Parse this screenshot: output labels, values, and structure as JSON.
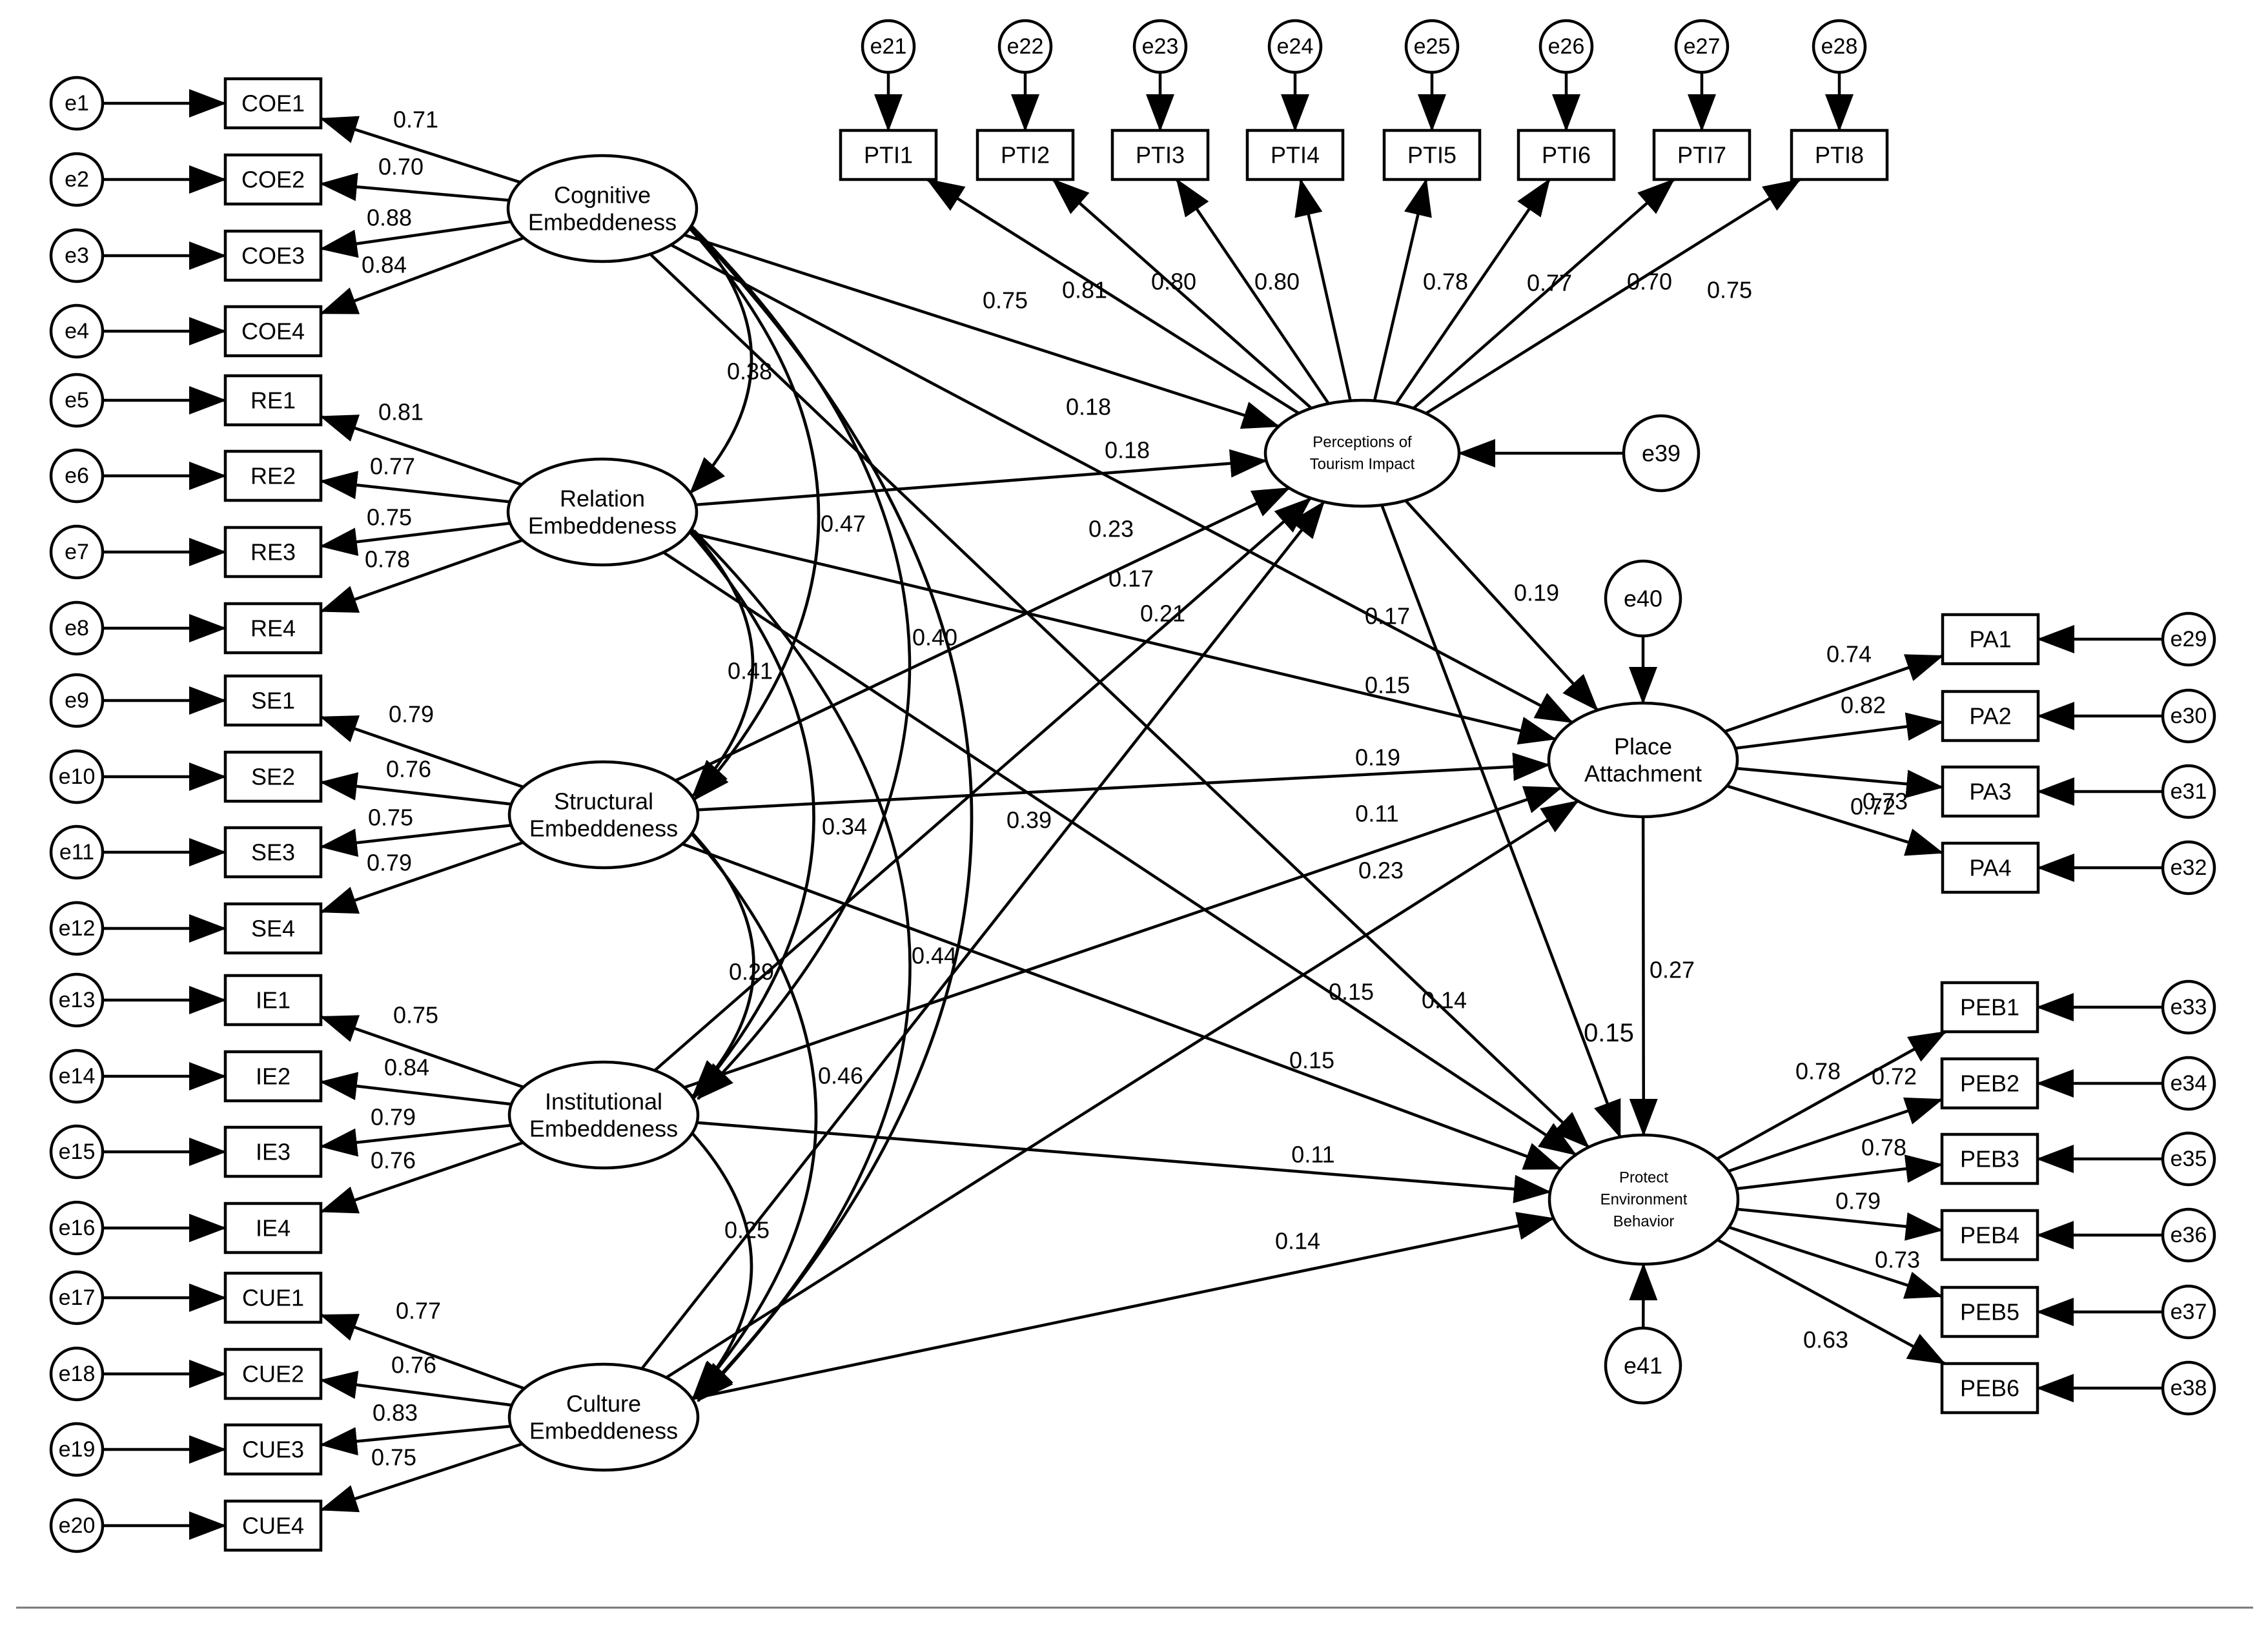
{
  "diagram": {
    "latent": [
      {
        "id": "COE",
        "lines": [
          "Cognitive",
          "Embeddeness"
        ]
      },
      {
        "id": "RE",
        "lines": [
          "Relation",
          "Embeddeness"
        ]
      },
      {
        "id": "SE",
        "lines": [
          "Structural",
          "Embeddeness"
        ]
      },
      {
        "id": "IE",
        "lines": [
          "Institutional",
          "Embeddeness"
        ]
      },
      {
        "id": "CUE",
        "lines": [
          "Culture",
          "Embeddeness"
        ]
      },
      {
        "id": "PTI",
        "lines": [
          "Perceptions of",
          "Tourism Impact"
        ]
      },
      {
        "id": "PA",
        "lines": [
          "Place",
          "Attachment"
        ]
      },
      {
        "id": "PEB",
        "lines": [
          "Protect",
          "Environment",
          "Behavior"
        ]
      }
    ],
    "indicators": [
      {
        "id": "COE1",
        "label": "COE1",
        "error": "e1",
        "factor": "COE",
        "loading": "0.71"
      },
      {
        "id": "COE2",
        "label": "COE2",
        "error": "e2",
        "factor": "COE",
        "loading": "0.70"
      },
      {
        "id": "COE3",
        "label": "COE3",
        "error": "e3",
        "factor": "COE",
        "loading": "0.88"
      },
      {
        "id": "COE4",
        "label": "COE4",
        "error": "e4",
        "factor": "COE",
        "loading": "0.84"
      },
      {
        "id": "RE1",
        "label": "RE1",
        "error": "e5",
        "factor": "RE",
        "loading": "0.81"
      },
      {
        "id": "RE2",
        "label": "RE2",
        "error": "e6",
        "factor": "RE",
        "loading": "0.77"
      },
      {
        "id": "RE3",
        "label": "RE3",
        "error": "e7",
        "factor": "RE",
        "loading": "0.75"
      },
      {
        "id": "RE4",
        "label": "RE4",
        "error": "e8",
        "factor": "RE",
        "loading": "0.78"
      },
      {
        "id": "SE1",
        "label": "SE1",
        "error": "e9",
        "factor": "SE",
        "loading": "0.79"
      },
      {
        "id": "SE2",
        "label": "SE2",
        "error": "e10",
        "factor": "SE",
        "loading": "0.76"
      },
      {
        "id": "SE3",
        "label": "SE3",
        "error": "e11",
        "factor": "SE",
        "loading": "0.75"
      },
      {
        "id": "SE4",
        "label": "SE4",
        "error": "e12",
        "factor": "SE",
        "loading": "0.79"
      },
      {
        "id": "IE1",
        "label": "IE1",
        "error": "e13",
        "factor": "IE",
        "loading": "0.75"
      },
      {
        "id": "IE2",
        "label": "IE2",
        "error": "e14",
        "factor": "IE",
        "loading": "0.84"
      },
      {
        "id": "IE3",
        "label": "IE3",
        "error": "e15",
        "factor": "IE",
        "loading": "0.79"
      },
      {
        "id": "IE4",
        "label": "IE4",
        "error": "e16",
        "factor": "IE",
        "loading": "0.76"
      },
      {
        "id": "CUE1",
        "label": "CUE1",
        "error": "e17",
        "factor": "CUE",
        "loading": "0.77"
      },
      {
        "id": "CUE2",
        "label": "CUE2",
        "error": "e18",
        "factor": "CUE",
        "loading": "0.76"
      },
      {
        "id": "CUE3",
        "label": "CUE3",
        "error": "e19",
        "factor": "CUE",
        "loading": "0.83"
      },
      {
        "id": "CUE4",
        "label": "CUE4",
        "error": "e20",
        "factor": "CUE",
        "loading": "0.75"
      },
      {
        "id": "PTI1",
        "label": "PTI1",
        "error": "e21",
        "factor": "PTI",
        "loading": "0.75"
      },
      {
        "id": "PTI2",
        "label": "PTI2",
        "error": "e22",
        "factor": "PTI",
        "loading": "0.81"
      },
      {
        "id": "PTI3",
        "label": "PTI3",
        "error": "e23",
        "factor": "PTI",
        "loading": "0.80"
      },
      {
        "id": "PTI4",
        "label": "PTI4",
        "error": "e24",
        "factor": "PTI",
        "loading": "0.80"
      },
      {
        "id": "PTI5",
        "label": "PTI5",
        "error": "e25",
        "factor": "PTI",
        "loading": "0.78"
      },
      {
        "id": "PTI6",
        "label": "PTI6",
        "error": "e26",
        "factor": "PTI",
        "loading": "0.77"
      },
      {
        "id": "PTI7",
        "label": "PTI7",
        "error": "e27",
        "factor": "PTI",
        "loading": "0.70"
      },
      {
        "id": "PTI8",
        "label": "PTI8",
        "error": "e28",
        "factor": "PTI",
        "loading": "0.75"
      },
      {
        "id": "PA1",
        "label": "PA1",
        "error": "e29",
        "factor": "PA",
        "loading": "0.74"
      },
      {
        "id": "PA2",
        "label": "PA2",
        "error": "e30",
        "factor": "PA",
        "loading": "0.82"
      },
      {
        "id": "PA3",
        "label": "PA3",
        "error": "e31",
        "factor": "PA",
        "loading": "0.73"
      },
      {
        "id": "PA4",
        "label": "PA4",
        "error": "e32",
        "factor": "PA",
        "loading": "0.72"
      },
      {
        "id": "PEB1",
        "label": "PEB1",
        "error": "e33",
        "factor": "PEB",
        "loading": "0.78"
      },
      {
        "id": "PEB2",
        "label": "PEB2",
        "error": "e34",
        "factor": "PEB",
        "loading": "0.72"
      },
      {
        "id": "PEB3",
        "label": "PEB3",
        "error": "e35",
        "factor": "PEB",
        "loading": "0.78"
      },
      {
        "id": "PEB4",
        "label": "PEB4",
        "error": "e36",
        "factor": "PEB",
        "loading": "0.79"
      },
      {
        "id": "PEB5",
        "label": "PEB5",
        "error": "e37",
        "factor": "PEB",
        "loading": "0.73"
      },
      {
        "id": "PEB6",
        "label": "PEB6",
        "error": "e38",
        "factor": "PEB",
        "loading": "0.63"
      }
    ],
    "disturbances": [
      {
        "label": "e39",
        "target": "PTI"
      },
      {
        "label": "e40",
        "target": "PA"
      },
      {
        "label": "e41",
        "target": "PEB"
      }
    ],
    "paths": [
      {
        "from": "COE",
        "to": "PTI",
        "value": "0.18"
      },
      {
        "from": "RE",
        "to": "PTI",
        "value": "0.18"
      },
      {
        "from": "SE",
        "to": "PTI",
        "value": "0.23"
      },
      {
        "from": "IE",
        "to": "PTI",
        "value": "0.17"
      },
      {
        "from": "CUE",
        "to": "PTI",
        "value": "0.21"
      },
      {
        "from": "COE",
        "to": "PA",
        "value": "0.17"
      },
      {
        "from": "RE",
        "to": "PA",
        "value": "0.15"
      },
      {
        "from": "SE",
        "to": "PA",
        "value": "0.19"
      },
      {
        "from": "IE",
        "to": "PA",
        "value": "0.11"
      },
      {
        "from": "CUE",
        "to": "PA",
        "value": "0.23"
      },
      {
        "from": "COE",
        "to": "PEB",
        "value": "0.14"
      },
      {
        "from": "RE",
        "to": "PEB",
        "value": "0.15"
      },
      {
        "from": "SE",
        "to": "PEB",
        "value": "0.15"
      },
      {
        "from": "IE",
        "to": "PEB",
        "value": "0.11"
      },
      {
        "from": "CUE",
        "to": "PEB",
        "value": "0.14"
      },
      {
        "from": "PTI",
        "to": "PA",
        "value": "0.19"
      },
      {
        "from": "PTI",
        "to": "PEB",
        "value": "0.15"
      },
      {
        "from": "PA",
        "to": "PEB",
        "value": "0.27"
      }
    ],
    "correlations": [
      {
        "a": "COE",
        "b": "RE",
        "value": "0.38"
      },
      {
        "a": "RE",
        "b": "SE",
        "value": "0.41"
      },
      {
        "a": "SE",
        "b": "IE",
        "value": "0.29"
      },
      {
        "a": "IE",
        "b": "CUE",
        "value": "0.25"
      },
      {
        "a": "COE",
        "b": "SE",
        "value": "0.47"
      },
      {
        "a": "RE",
        "b": "IE",
        "value": "0.34"
      },
      {
        "a": "SE",
        "b": "CUE",
        "value": "0.46"
      },
      {
        "a": "COE",
        "b": "IE",
        "value": "0.40"
      },
      {
        "a": "RE",
        "b": "CUE",
        "value": "0.44"
      },
      {
        "a": "COE",
        "b": "CUE",
        "value": "0.39"
      }
    ]
  }
}
